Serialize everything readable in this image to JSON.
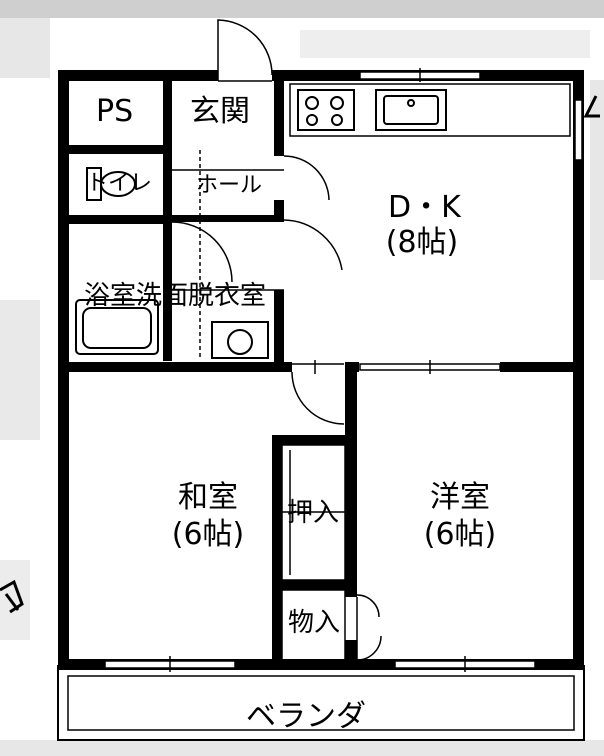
{
  "rooms": {
    "ps": "PS",
    "genkan": "玄関",
    "toilet": "トイレ",
    "hall": "ホール",
    "dk_name": "D・K",
    "dk_size": "(8帖)",
    "bath": "浴室",
    "washroom": "洗面脱衣室",
    "washitsu_name": "和室",
    "washitsu_size": "(6帖)",
    "oshiire": "押入",
    "youshitsu_name": "洋室",
    "youshitsu_size": "(6帖)",
    "monoire": "物入",
    "veranda": "ベランダ"
  },
  "colors": {
    "wall": "#000000",
    "paper": "#ffffff",
    "noise": "#cfcfcf"
  }
}
